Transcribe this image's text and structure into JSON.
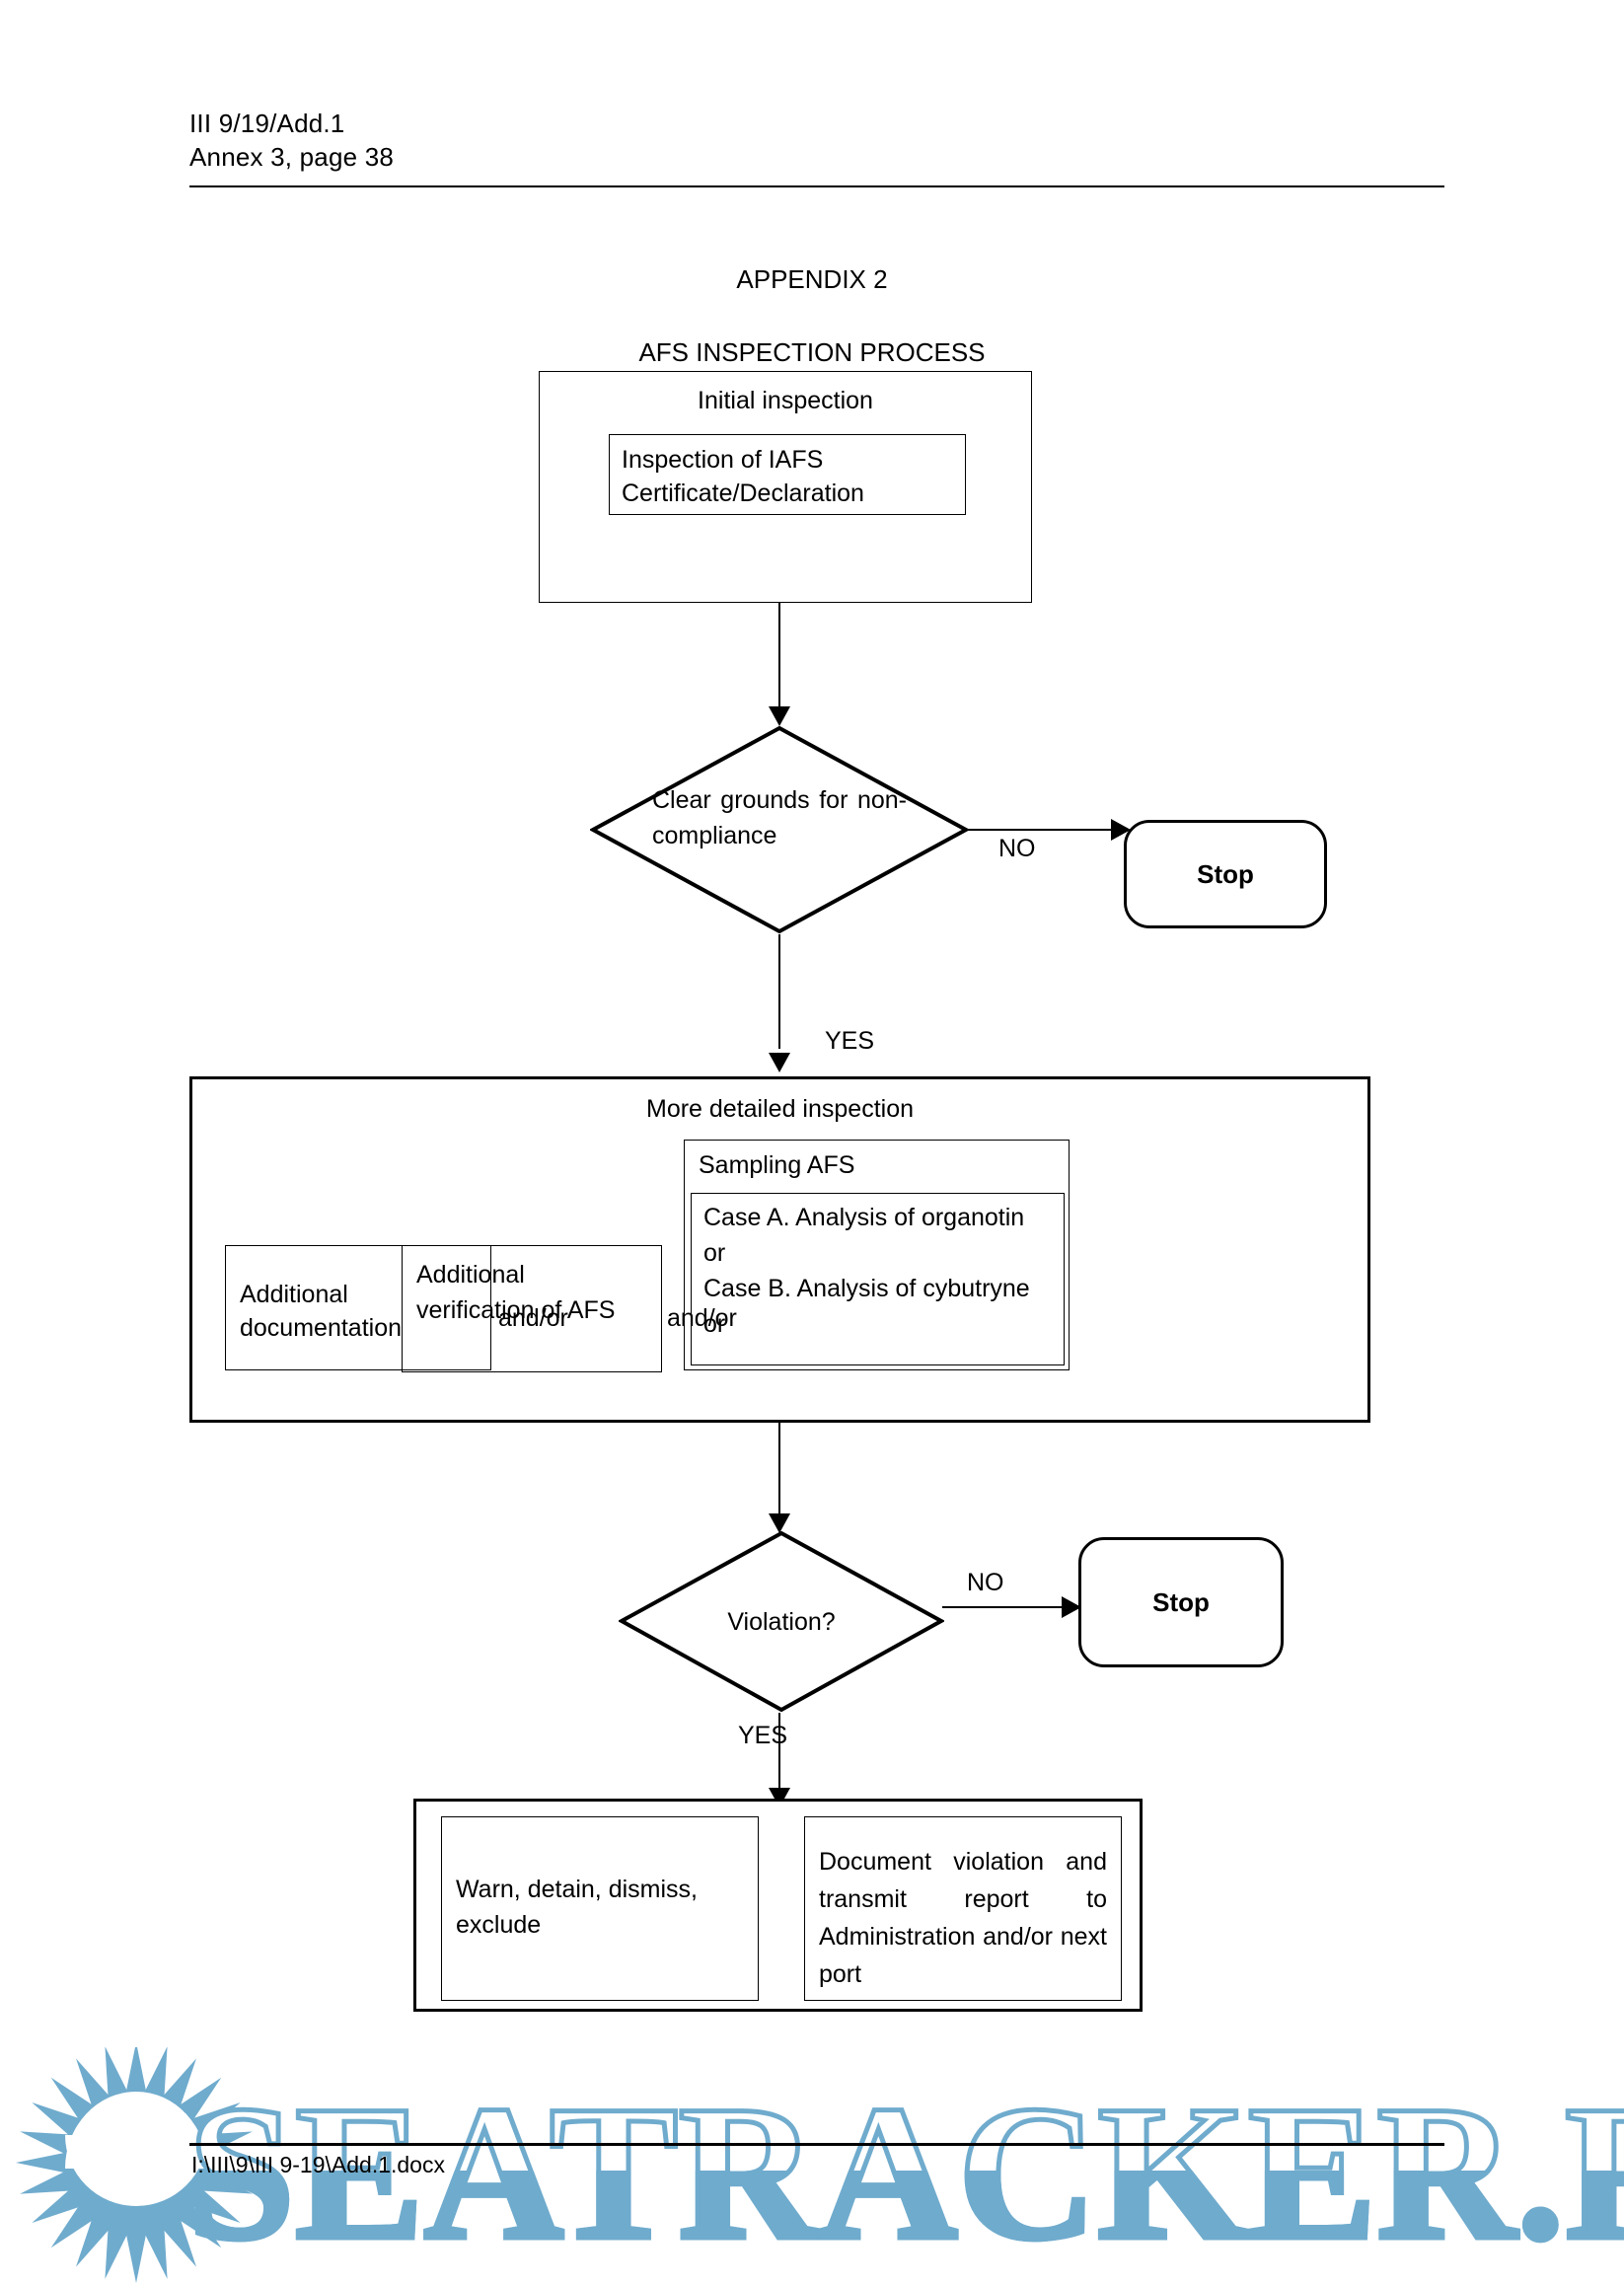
{
  "header": {
    "doc_number": "III 9/19/Add.1",
    "annex_page": "Annex 3, page 38"
  },
  "titles": {
    "appendix": "APPENDIX 2",
    "process": "AFS INSPECTION PROCESS"
  },
  "flow": {
    "initial_inspection": {
      "title": "Initial inspection",
      "inner": "Inspection of IAFS Certificate/Declaration"
    },
    "decision_grounds": {
      "label": "Clear grounds for non-compliance",
      "no_label": "NO",
      "yes_label": "YES",
      "stop_label": "Stop"
    },
    "detailed_inspection": {
      "title": "More detailed inspection",
      "additional_documentation": "Additional documentation",
      "connector_1": "and/or",
      "additional_verification": "Additional verification of AFS",
      "connector_2": "and/or",
      "sampling": {
        "title": "Sampling AFS",
        "case_a": "Case A. Analysis of organotin",
        "or": "or",
        "case_b": "Case B. Analysis of cybutryne",
        "clipped": "or"
      }
    },
    "decision_violation": {
      "label": "Violation?",
      "no_label": "NO",
      "yes_label": "YES",
      "stop_label": "Stop"
    },
    "actions": {
      "warn": "Warn, detain, dismiss, exclude",
      "document": "Document violation and transmit report to Administration and/or next port"
    }
  },
  "watermark": {
    "text": "SEATRACKER.RU",
    "color": "#6fabcd"
  },
  "footer": {
    "file_path": "I:\\III\\9\\III 9-19\\Add.1.docx"
  }
}
